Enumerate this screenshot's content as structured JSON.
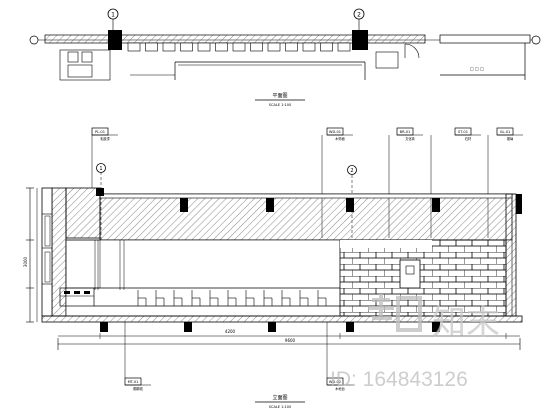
{
  "drawing": {
    "type": "architectural-elevation-sheet",
    "colors": {
      "line": "#000000",
      "hatch": "#555555",
      "watermark": "#bdbdbd",
      "background": "#ffffff"
    }
  },
  "plan": {
    "title": "平面图",
    "subtitle": "SCALE 1:100",
    "grid_bubbles": [
      "1",
      "2"
    ]
  },
  "elevation": {
    "title": "立面图",
    "subtitle": "SCALE 1:100",
    "grid_bubbles": [
      "1",
      "2"
    ],
    "callouts_top": [
      {
        "code": "PL-01",
        "text": "乳胶漆"
      },
      {
        "code": "WD-01",
        "text": "木饰面"
      },
      {
        "code": "BR-01",
        "text": "文化砖"
      },
      {
        "code": "ST-01",
        "text": "石材"
      },
      {
        "code": "GL-01",
        "text": "玻璃"
      }
    ],
    "callouts_bottom": [
      {
        "code": "MT-01",
        "text": "踢脚线"
      },
      {
        "code": "WD-02",
        "text": "木地台"
      }
    ],
    "dimensions": {
      "total": "9600",
      "segment": "4200",
      "height": "3000"
    }
  },
  "watermark": {
    "logo_text": "知末",
    "id_text": "ID: 164843126"
  }
}
